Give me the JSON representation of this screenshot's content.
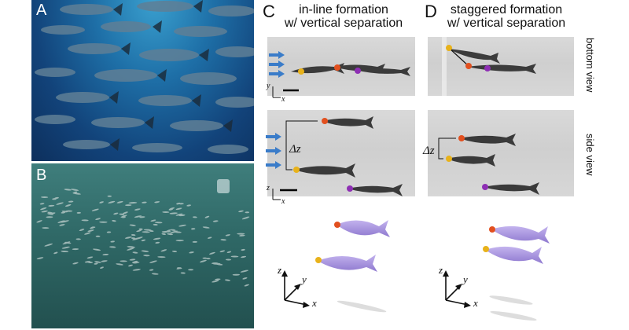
{
  "panels": {
    "a": {
      "letter": "A"
    },
    "b": {
      "letter": "B"
    },
    "c": {
      "letter": "C",
      "title_line1": "in-line formation",
      "title_line2": "w/ vertical separation"
    },
    "d": {
      "letter": "D",
      "title_line1": "staggered formation",
      "title_line2": "w/ vertical separation"
    }
  },
  "view_labels": {
    "bottom": "bottom view",
    "side": "side view"
  },
  "symbols": {
    "delta_z": "Δz"
  },
  "axes": {
    "bottom_view": {
      "vertical": "y",
      "horizontal": "x"
    },
    "side_view": {
      "vertical": "z",
      "horizontal": "x"
    },
    "three_d": {
      "z": "z",
      "y": "y",
      "x": "x"
    }
  },
  "colors": {
    "leader_marker": "#e8b21b",
    "middle_marker": "#e2501f",
    "trailer_marker": "#8e2fb4",
    "flow_arrow": "#3a7cc9",
    "fish_model": "#a58fd9"
  }
}
